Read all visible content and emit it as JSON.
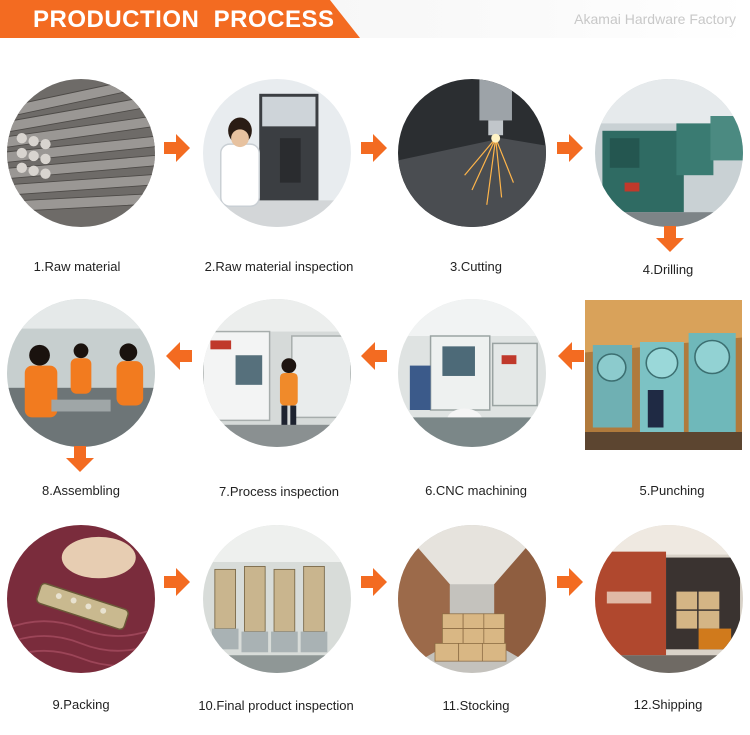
{
  "header": {
    "title": "PRODUCTION  PROCESS",
    "brand": "Akamai Hardware Factory",
    "accent_color": "#f36b21"
  },
  "steps": [
    {
      "label": "1.Raw material",
      "icon": "steel-bars-photo"
    },
    {
      "label": "2.Raw material inspection",
      "icon": "inspector-photo"
    },
    {
      "label": "3.Cutting",
      "icon": "laser-cutting-photo"
    },
    {
      "label": "4.Drilling",
      "icon": "drilling-machines-photo"
    },
    {
      "label": "5.Punching",
      "icon": "punch-press-photo"
    },
    {
      "label": "6.CNC machining",
      "icon": "cnc-machine-photo"
    },
    {
      "label": "7.Process inspection",
      "icon": "worker-inspection-photo"
    },
    {
      "label": "8.Assembling",
      "icon": "assembly-line-photo"
    },
    {
      "label": "9.Packing",
      "icon": "packing-photo"
    },
    {
      "label": "10.Final product inspection",
      "icon": "test-rigs-photo"
    },
    {
      "label": "11.Stocking",
      "icon": "warehouse-photo"
    },
    {
      "label": "12.Shipping",
      "icon": "truck-loading-photo"
    }
  ],
  "arrow_color": "#f36b21"
}
